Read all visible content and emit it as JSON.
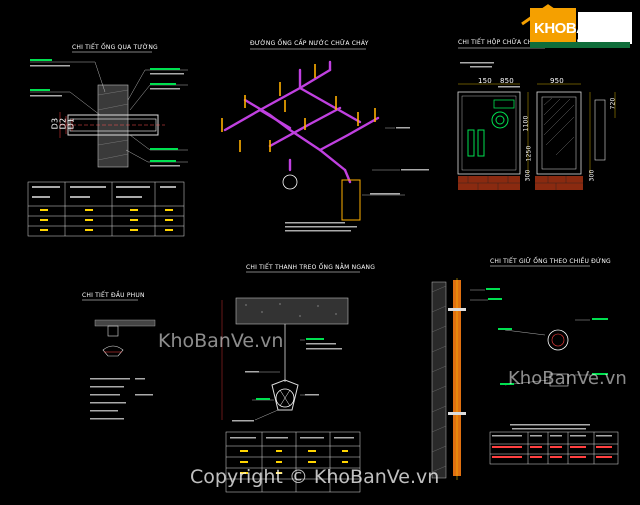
{
  "titles": {
    "wall_pass": "CHI TIẾT ỐNG QUA TƯỜNG",
    "riser": "ĐƯỜNG ỐNG CẤP NƯỚC CHỮA CHÁY",
    "cabinet": "CHI TIẾT HỘP CHỮA CHÁY VÁCH TƯỜNG",
    "sprinkler": "CHI TIẾT ĐẦU PHUN",
    "hanger": "CHI TIẾT THANH TREO ỐNG NẰM NGANG",
    "vertical": "CHI TIẾT GIỮ ỐNG THEO CHIỀU ĐỨNG"
  },
  "wall_pass": {
    "dims": [
      "D3",
      "D2",
      "D1"
    ]
  },
  "cabinet": {
    "dims_top": [
      "150",
      "850",
      "950"
    ],
    "dims_side": [
      "1100",
      "1250",
      "300",
      "300",
      "720"
    ]
  },
  "watermark": {
    "center": "KhoBanVe.vn",
    "right": "KhoBanVe.vn",
    "copyright": "Copyright © KhoBanVe.vn"
  },
  "logo": {
    "text": "KHOBANVE"
  }
}
